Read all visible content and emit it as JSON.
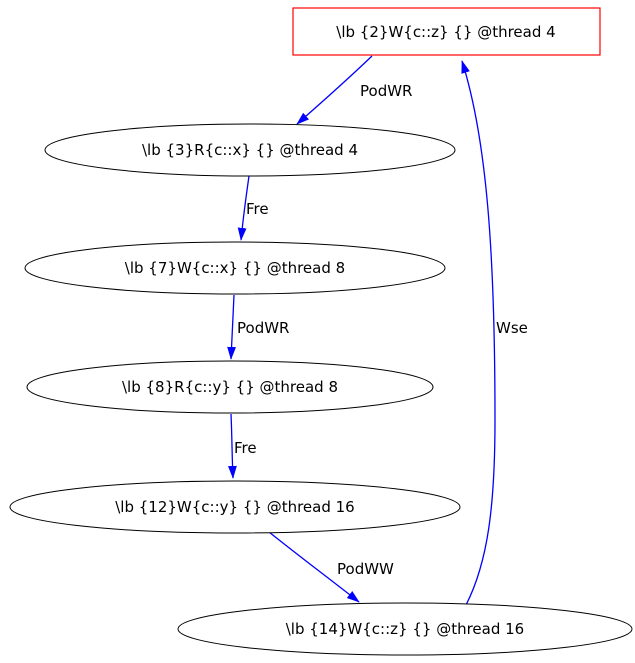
{
  "diagram": {
    "type": "directed-graph",
    "description": "Memory model execution graph (graphviz style)",
    "colors": {
      "edge": "#0000ff",
      "node_border": "#000000",
      "highlight_node_border": "#ff0000",
      "node_fill": "#ffffff",
      "text": "#000000",
      "background": "#ffffff"
    },
    "nodes": [
      {
        "id": "2",
        "label": "\\lb {2}W{c::z} {} @thread 4",
        "shape": "box",
        "highlighted": true
      },
      {
        "id": "3",
        "label": "\\lb {3}R{c::x} {} @thread 4",
        "shape": "ellipse",
        "highlighted": false
      },
      {
        "id": "7",
        "label": "\\lb {7}W{c::x} {} @thread 8",
        "shape": "ellipse",
        "highlighted": false
      },
      {
        "id": "8",
        "label": "\\lb {8}R{c::y} {} @thread 8",
        "shape": "ellipse",
        "highlighted": false
      },
      {
        "id": "12",
        "label": "\\lb {12}W{c::y} {} @thread 16",
        "shape": "ellipse",
        "highlighted": false
      },
      {
        "id": "14",
        "label": "\\lb {14}W{c::z} {} @thread 16",
        "shape": "ellipse",
        "highlighted": false
      }
    ],
    "edges": [
      {
        "from": "2",
        "to": "3",
        "label": "PodWR"
      },
      {
        "from": "3",
        "to": "7",
        "label": "Fre"
      },
      {
        "from": "7",
        "to": "8",
        "label": "PodWR"
      },
      {
        "from": "8",
        "to": "12",
        "label": "Fre"
      },
      {
        "from": "12",
        "to": "14",
        "label": "PodWW"
      },
      {
        "from": "14",
        "to": "2",
        "label": "Wse"
      }
    ]
  }
}
